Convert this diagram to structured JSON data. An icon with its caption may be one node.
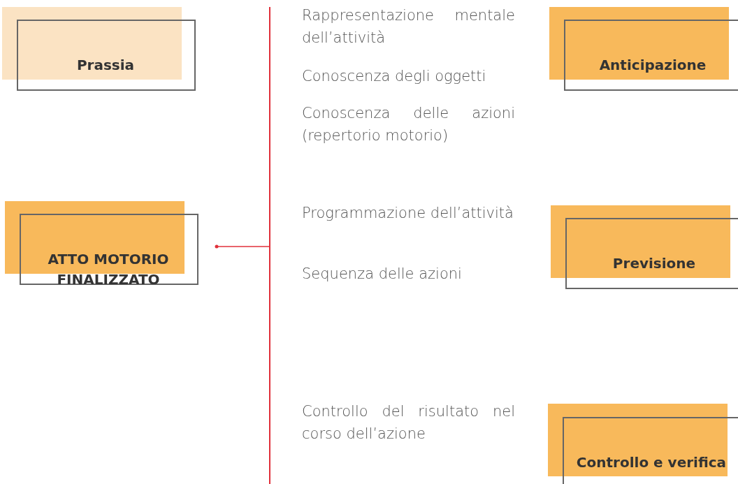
{
  "diagram": {
    "nodes": [
      {
        "text": [
          "Prassia"
        ]
      },
      {
        "text": [
          "ATTO MOTORIO FINALIZZATO"
        ]
      },
      {
        "text": [],
        "shape": "bar"
      },
      {
        "text": [
          "Anticipazione"
        ]
      },
      {
        "text": [
          "Previsione"
        ]
      },
      {
        "text": [
          "Controllo e verifica"
        ]
      }
    ],
    "edges": [
      {
        "from": 1,
        "to": 2,
        "arrow": "other"
      }
    ],
    "labels": [
      "Rappresentazione mentale dell’attività",
      "Conoscenza degli oggetti",
      "Conoscenza delle azioni (repertorio motorio)",
      "Programmazione dell’attività",
      "Sequenza delle azioni",
      "Controllo del risultato nel corso dell’azione"
    ]
  }
}
